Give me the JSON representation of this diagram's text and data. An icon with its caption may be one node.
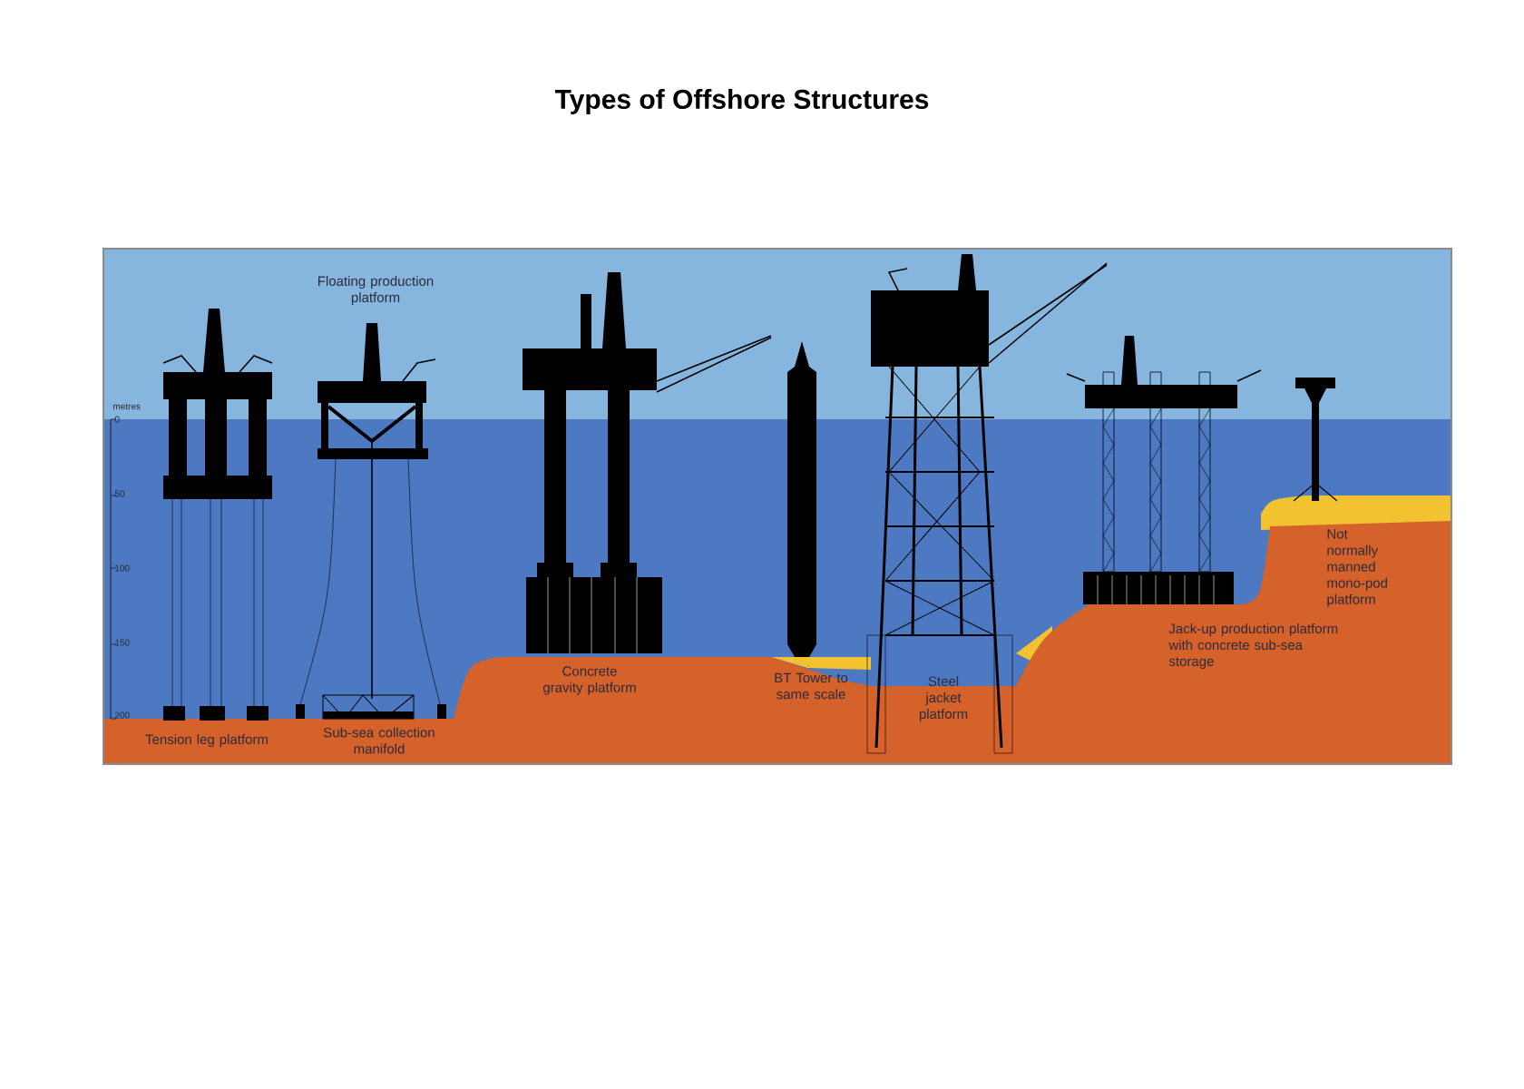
{
  "diagram": {
    "title": "Types of Offshore Structures",
    "labels": [
      "Floating production platform",
      "metres",
      "0",
      "50",
      "100",
      "150",
      "200",
      "Concrete gravity platform",
      "BT Tower to same scale",
      "Steel jacket platform",
      "Not normally manned mono-pod platform",
      "Jack-up production platform with concrete sub-sea storage",
      "Tension leg platform",
      "Sub-sea collection manifold"
    ]
  }
}
